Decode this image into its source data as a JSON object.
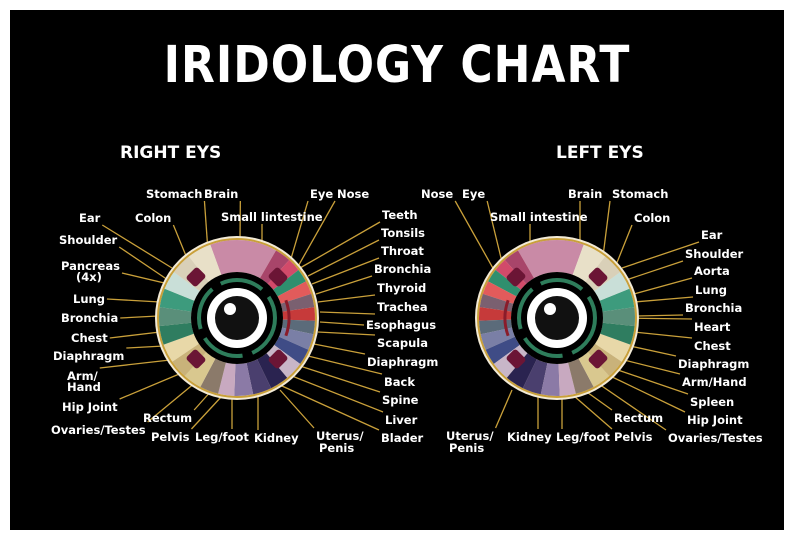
{
  "title": "IRIDOLOGY CHART",
  "right_eye": {
    "title": "RIGHT EYS",
    "labels": {
      "stomach": "Stomach",
      "brain": "Brain",
      "eye": "Eye",
      "nose": "Nose",
      "colon": "Colon",
      "small_intestine": "Small lintestine",
      "ear": "Ear",
      "shoulder": "Shoulder",
      "pancreas": "Pancreas",
      "pancreas_note": "(4x)",
      "lung": "Lung",
      "bronchia": "Bronchia",
      "chest": "Chest",
      "diaphragm": "Diaphragm",
      "arm": "Arm/",
      "hand": "Hand",
      "hip_joint": "Hip Joint",
      "ovaries_testes": "Ovaries/Testes",
      "rectum": "Rectum",
      "pelvis": "Pelvis",
      "leg_foot": "Leg/foot",
      "kidney": "Kidney",
      "uterus": "Uterus/",
      "penis": "Penis"
    }
  },
  "center_labels": {
    "teeth": "Teeth",
    "tonsils": "Tonsils",
    "throat": "Throat",
    "bronchia": "Bronchia",
    "thyroid": "Thyroid",
    "trachea": "Trachea",
    "esophagus": "Esophagus",
    "scapula": "Scapula",
    "diaphragm": "Diaphragm",
    "back": "Back",
    "spine": "Spine",
    "liver": "Liver",
    "blader": "Blader"
  },
  "left_eye": {
    "title": "LEFT EYS",
    "labels": {
      "nose": "Nose",
      "eye": "Eye",
      "brain": "Brain",
      "stomach": "Stomach",
      "small_intestine": "Small intestine",
      "colon": "Colon",
      "ear": "Ear",
      "shoulder": "Shoulder",
      "aorta": "Aorta",
      "lung": "Lung",
      "bronchia": "Bronchia",
      "heart": "Heart",
      "chest": "Chest",
      "diaphragm": "Diaphragm",
      "arm_hand": "Arm/Hand",
      "spleen": "Spleen",
      "hip_joint": "Hip Joint",
      "ovaries_testes": "Ovaries/Testes",
      "rectum": "Rectum",
      "pelvis": "Pelvis",
      "leg_foot": "Leg/foot",
      "kidney": "Kidney",
      "uterus": "Uterus/",
      "penis": "Penis"
    }
  },
  "colors": {
    "background": "#000000",
    "leader_line": "#c9a03a",
    "iris_rim": "#f2ead6",
    "pupil": "#111111",
    "inner_ring": "#2e7d5b",
    "marker": "#6b1535"
  }
}
